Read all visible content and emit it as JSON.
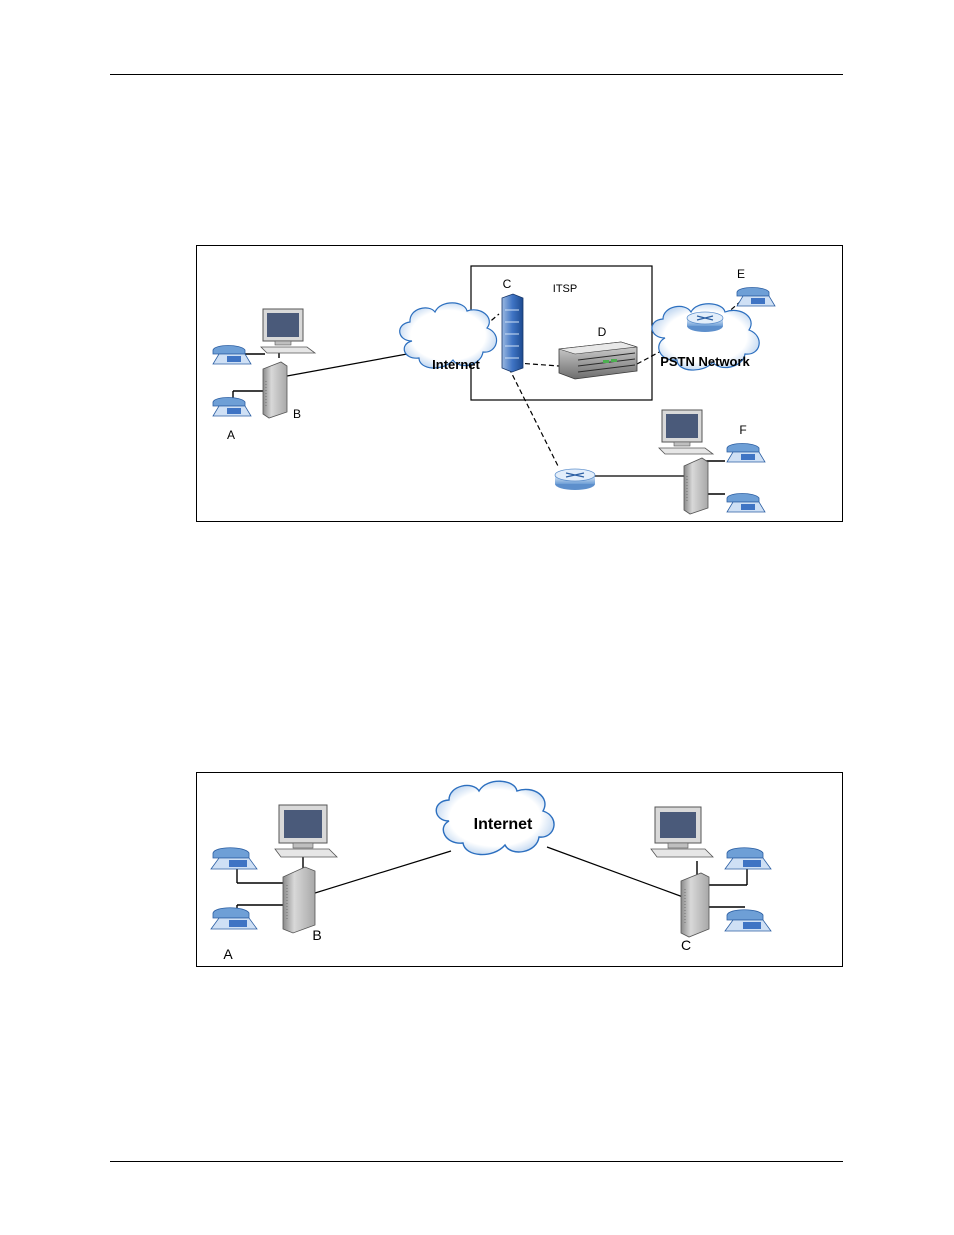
{
  "figure1": {
    "labels": {
      "a": "A",
      "b": "B",
      "c": "C",
      "d": "D",
      "e": "E",
      "f": "F",
      "itsp": "ITSP",
      "internet": "Internet",
      "pstn": "PSTN Network"
    }
  },
  "figure2": {
    "labels": {
      "a": "A",
      "b": "B",
      "c": "C",
      "internet": "Internet"
    }
  },
  "colors": {
    "cloud_fill": "#ffffff",
    "cloud_outline": "#2c6fbf",
    "device_gray": "#b4b4b4",
    "phone_blue": "#7fa9d9",
    "server_blue": "#3f74c4"
  }
}
